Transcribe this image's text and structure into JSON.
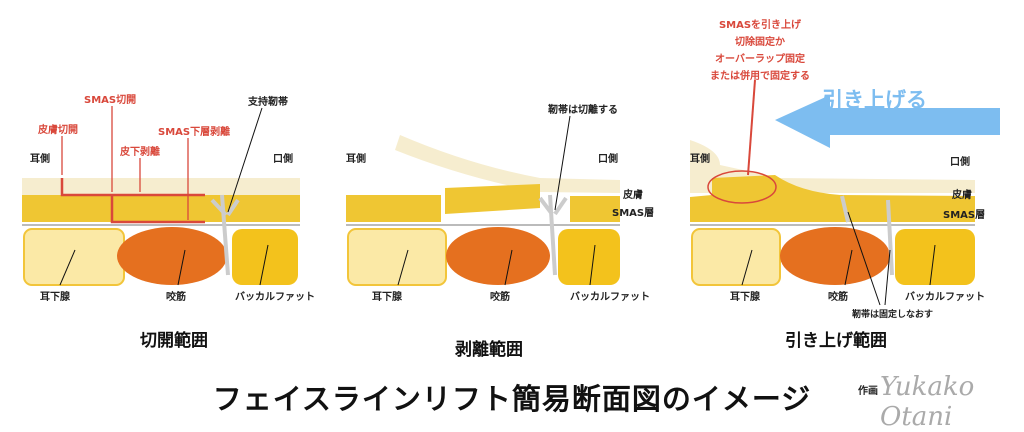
{
  "title": "フェイスラインリフト簡易断面図のイメージ",
  "credit": {
    "label": "作画",
    "signature": "Yukako Otani"
  },
  "colors": {
    "skin": "#f6edcf",
    "smas": "#efc633",
    "parotid": "#f2c53a",
    "masseter": "#e5701f",
    "buccal": "#f3c21c",
    "red": "#d9483b",
    "arrow": "#7dbdf0"
  },
  "panels": [
    {
      "title": "切開範囲",
      "ear_side": "耳側",
      "mouth_side": "口側",
      "annotations": {
        "skin_incision": "皮膚切開",
        "smas_incision": "SMAS切開",
        "subcutaneous": "皮下剥離",
        "sub_smas": "SMAS下層剥離",
        "ligament": "支持靭帯"
      },
      "tissues": {
        "parotid": "耳下腺",
        "masseter": "咬筋",
        "buccal_fat": "バッカルファット"
      }
    },
    {
      "title": "剥離範囲",
      "ear_side": "耳側",
      "mouth_side": "口側",
      "annotations": {
        "ligament": "靭帯は切離する"
      },
      "layers": {
        "skin": "皮膚",
        "smas": "SMAS層"
      },
      "tissues": {
        "parotid": "耳下腺",
        "masseter": "咬筋",
        "buccal_fat": "バッカルファット"
      }
    },
    {
      "title": "引き上げ範囲",
      "ear_side": "耳側",
      "mouth_side": "口側",
      "annotations": {
        "fixation": [
          "SMASを引き上げ",
          "切除固定か",
          "オーバーラップ固定",
          "または併用で固定する"
        ],
        "lift": "引き上げる",
        "ligament": "靭帯は固定しなおす"
      },
      "layers": {
        "skin": "皮膚",
        "smas": "SMAS層"
      },
      "tissues": {
        "parotid": "耳下腺",
        "masseter": "咬筋",
        "buccal_fat": "バッカルファット"
      }
    }
  ]
}
